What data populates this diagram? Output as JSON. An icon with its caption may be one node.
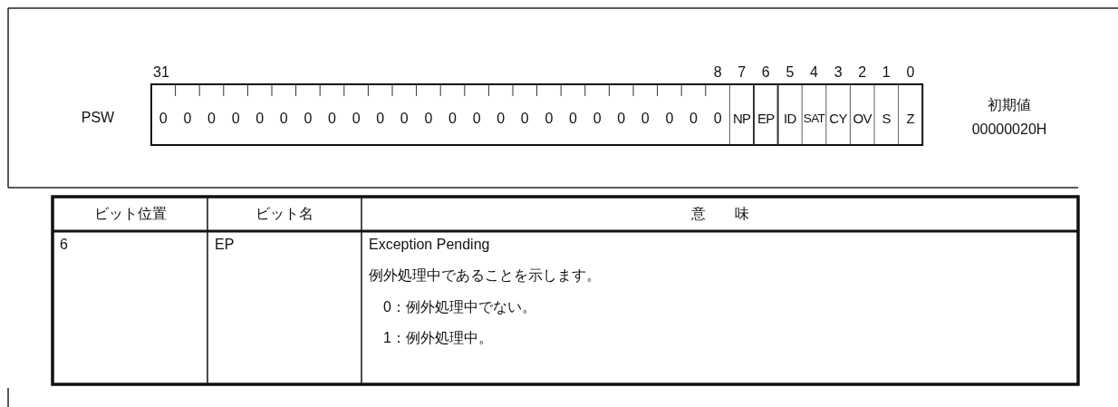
{
  "diagram": {
    "labels": [
      "31",
      "8",
      "7",
      "6",
      "5",
      "4",
      "3",
      "2",
      "1",
      "0",
      "PSW",
      "0",
      "0",
      "0",
      "0",
      "0",
      "0",
      "0",
      "0",
      "0",
      "0",
      "0",
      "0",
      "0",
      "0",
      "0",
      "0",
      "0",
      "0",
      "0",
      "0",
      "0",
      "0",
      "0",
      "0",
      "NP",
      "EP",
      "ID",
      "SAT",
      "CY",
      "OV",
      "S",
      "Z",
      "初期値",
      "00000020H",
      "ビット位置",
      "ビット名",
      "意　　味",
      "6",
      "EP",
      "Exception Pending",
      "例外処理中であることを示します。",
      "0：例外処理中でない。",
      "1：例外処理中。"
    ]
  }
}
